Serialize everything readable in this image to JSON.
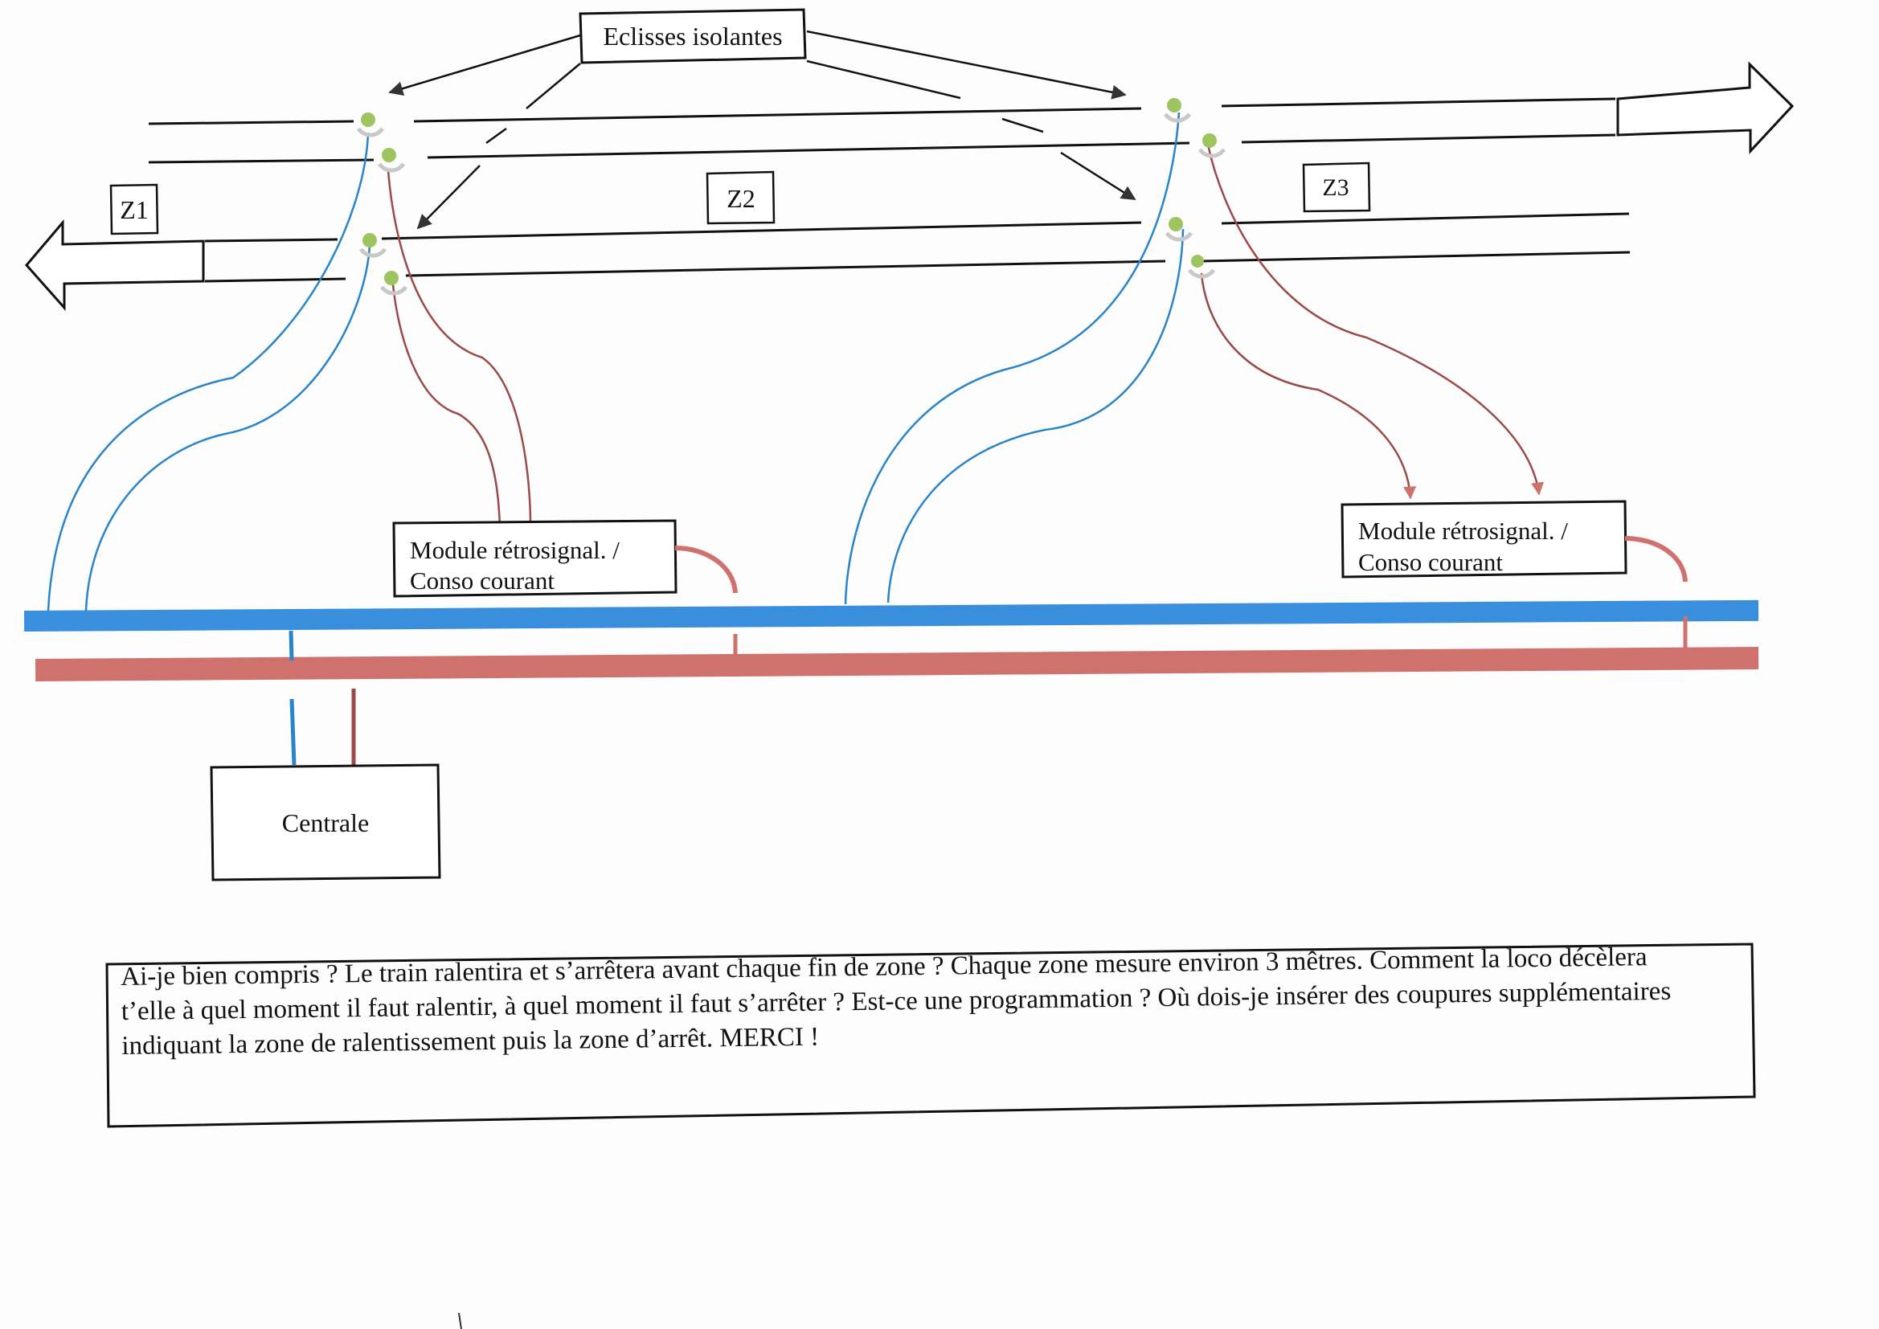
{
  "labels": {
    "eclisses": "Eclisses isolantes",
    "zone1": "Z1",
    "zone2": "Z2",
    "zone3": "Z3",
    "module_left_line1": "Module rétrosignal. /",
    "module_left_line2": "Conso courant",
    "module_right_line1": "Module rétrosignal. /",
    "module_right_line2": "Conso courant",
    "centrale": "Centrale"
  },
  "note": {
    "lines": [
      "Ai-je bien compris ? Le train ralentira et s’arrêtera avant chaque fin de zone ? Chaque zone mesure environ 3 mêtres. Comment la loco décèlera",
      "t’elle à quel moment il faut ralentir, à quel moment il faut s’arrêter ? Est-ce une programmation ? Où dois-je insérer des coupures supplémentaires",
      "indiquant la zone de ralentissement puis la zone d’arrêt. MERCI !"
    ]
  },
  "colors": {
    "blue_bus": "#3a8fdc",
    "red_bus": "#cf716c",
    "blue_wire": "#2a84c9",
    "red_wire": "#9a4a48",
    "insulator": "#9dc45f",
    "line": "#111111"
  }
}
